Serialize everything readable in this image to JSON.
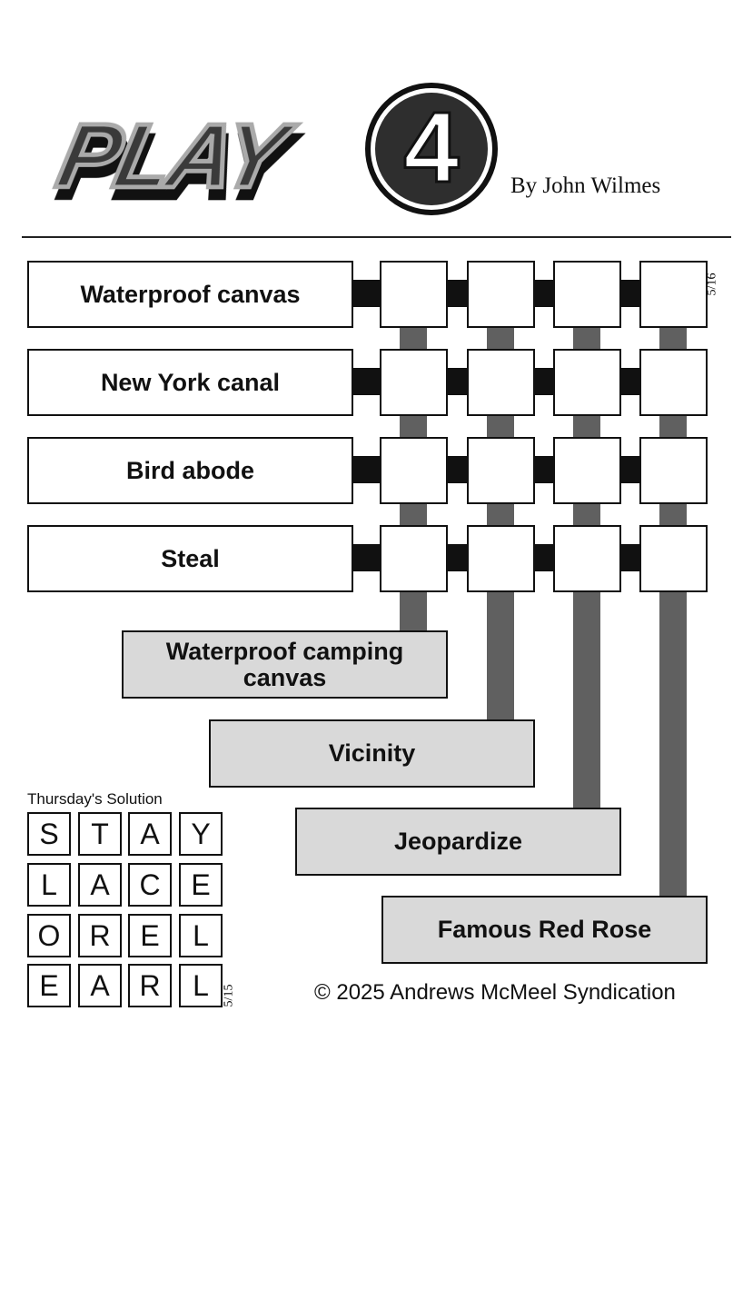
{
  "header": {
    "logo_text": "PLAY",
    "logo_number": "4",
    "byline": "By John Wilmes"
  },
  "puzzle": {
    "date": "5/16",
    "across_clues": [
      "Waterproof canvas",
      "New York canal",
      "Bird abode",
      "Steal"
    ],
    "down_clues": [
      "Waterproof camping canvas",
      "Vicinity",
      "Jeopardize",
      "Famous Red Rose"
    ]
  },
  "solution": {
    "title": "Thursday's Solution",
    "date": "5/15",
    "rows": [
      [
        "S",
        "T",
        "A",
        "Y"
      ],
      [
        "L",
        "A",
        "C",
        "E"
      ],
      [
        "O",
        "R",
        "E",
        "L"
      ],
      [
        "E",
        "A",
        "R",
        "L"
      ]
    ]
  },
  "footer": {
    "copyright": "© 2025 Andrews McMeel Syndication"
  }
}
